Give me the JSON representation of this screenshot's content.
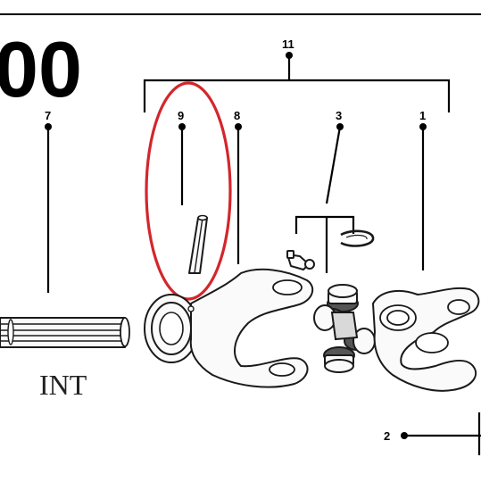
{
  "title_fragment": "00",
  "shaft_label": "INT",
  "callouts": {
    "c1": "1",
    "c2": "2",
    "c3": "3",
    "c7": "7",
    "c8": "8",
    "c9": "9",
    "c11": "11"
  },
  "highlight_color": "#d3262c"
}
